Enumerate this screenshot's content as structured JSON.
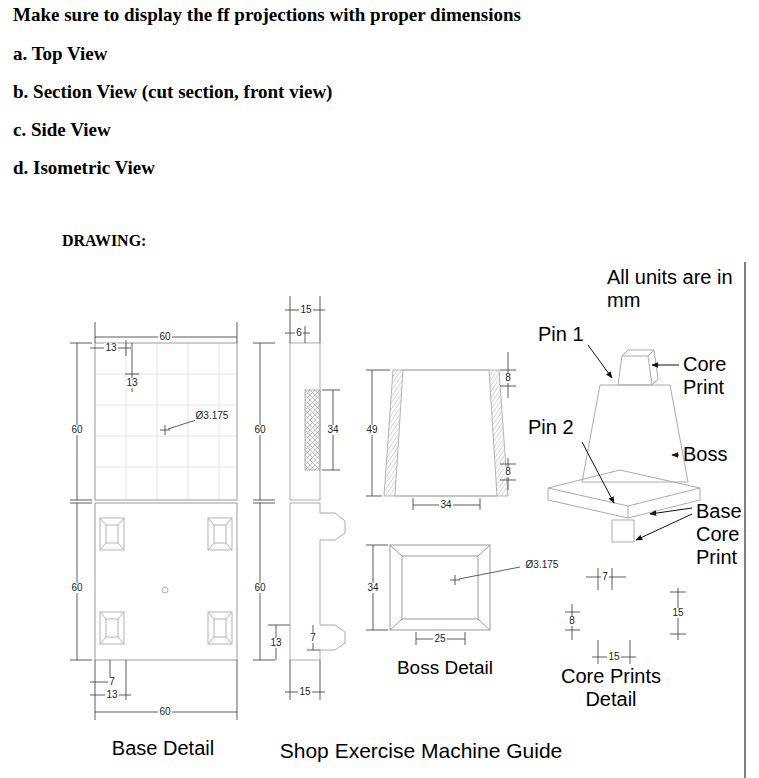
{
  "diagram": {
    "title": "Make sure to display the ff projections with proper dimensions",
    "labels": [
      "a. Top View",
      "b. Section View (cut section, front view)",
      "c. Side View",
      "d. Isometric View",
      "DRAWING:",
      "All units are in mm",
      "Pin 1",
      "Core Print",
      "Pin 2",
      "Boss",
      "Base Core Print",
      "Base Detail",
      "Boss Detail",
      "Core Prints Detail",
      "Shop Exercise Machine Guide",
      "13",
      "60",
      "13",
      "60",
      "Ø3.175",
      "60",
      "7",
      "13",
      "60",
      "15",
      "6",
      "60",
      "34",
      "60",
      "13",
      "7",
      "15",
      "49",
      "8",
      "8",
      "34",
      "34",
      "Ø3.175",
      "25",
      "7",
      "8",
      "15",
      "15"
    ]
  }
}
